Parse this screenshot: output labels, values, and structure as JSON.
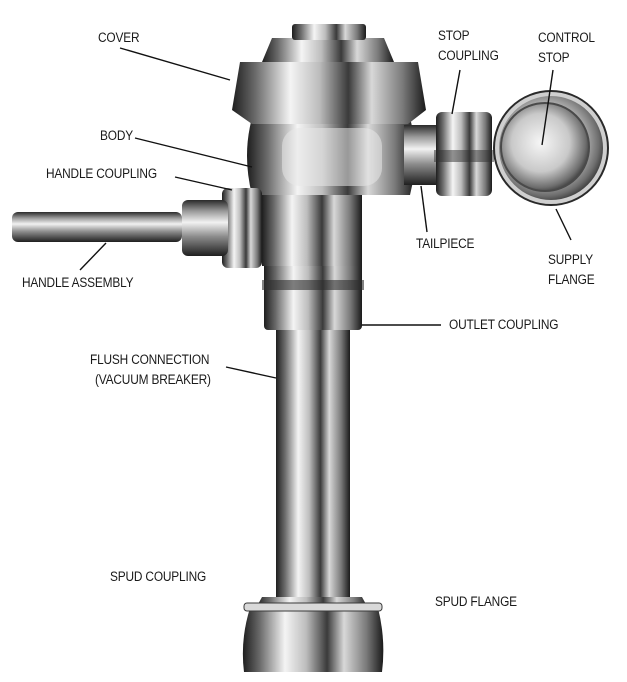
{
  "diagram": {
    "subject": "Flushometer valve (parts diagram)",
    "labels": {
      "cover": "COVER",
      "body": "BODY",
      "handle_coupling": "HANDLE COUPLING",
      "handle_assembly": "HANDLE ASSEMBLY",
      "stop_coupling_1": "STOP",
      "stop_coupling_2": "COUPLING",
      "control_stop_1": "CONTROL",
      "control_stop_2": "STOP",
      "tailpiece": "TAILPIECE",
      "supply_flange_1": "SUPPLY",
      "supply_flange_2": "FLANGE",
      "outlet_coupling": "OUTLET COUPLING",
      "flush_connection_1": "FLUSH CONNECTION",
      "flush_connection_2": "(VACUUM BREAKER)",
      "spud_coupling": "SPUD COUPLING",
      "spud_flange": "SPUD FLANGE"
    },
    "colors": {
      "background": "#ffffff",
      "text": "#1a1a1a",
      "leader_line": "#111111",
      "chrome_dark": "#2b2b2b",
      "chrome_mid": "#8a8a8a",
      "chrome_light": "#f2f2f2"
    }
  }
}
